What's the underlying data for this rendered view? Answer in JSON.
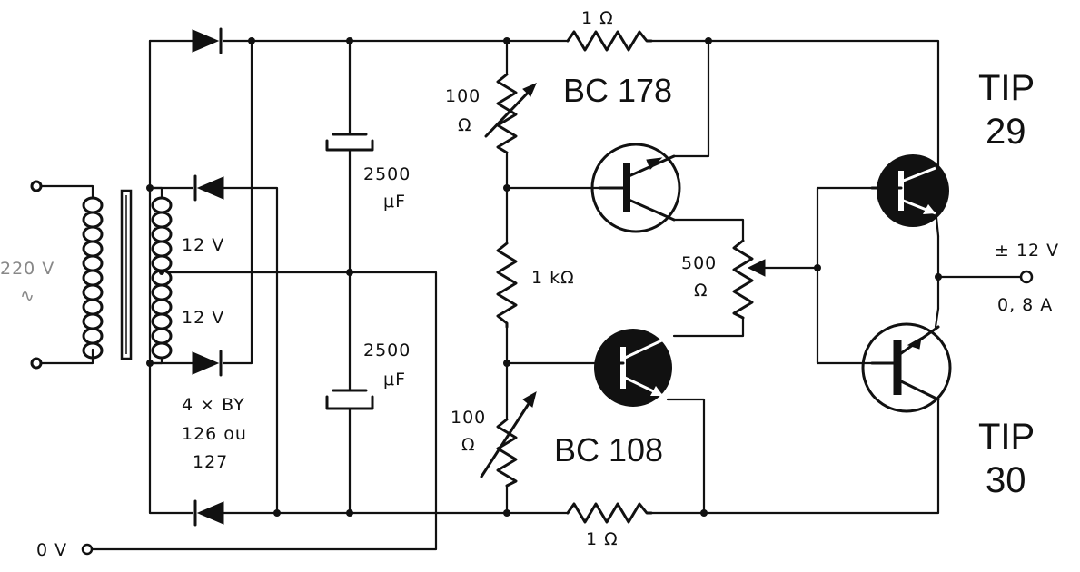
{
  "labels": {
    "mains_voltage": "220 V",
    "mains_symbol": "∿",
    "secondary_top": "12 V",
    "secondary_bottom": "12 V",
    "diodes_line1": "4 × BY",
    "diodes_line2": "126 ou",
    "diodes_line3": "127",
    "cap_top_value": "2500",
    "cap_top_unit": "μF",
    "cap_bottom_value": "2500",
    "cap_bottom_unit": "μF",
    "res_top_value": "1 Ω",
    "res_bottom_value": "1 Ω",
    "pot_top_value": "100",
    "pot_top_unit": "Ω",
    "pot_bottom_value": "100",
    "pot_bottom_unit": "Ω",
    "res_mid_value": "1 kΩ",
    "pot_bias_value": "500",
    "pot_bias_unit": "Ω",
    "q1_name": "BC 178",
    "q2_name": "BC 108",
    "q3_line1": "TIP",
    "q3_line2": "29",
    "q4_line1": "TIP",
    "q4_line2": "30",
    "out_voltage": "± 12 V",
    "out_current": "0, 8 A",
    "ground_label": "0 V"
  }
}
